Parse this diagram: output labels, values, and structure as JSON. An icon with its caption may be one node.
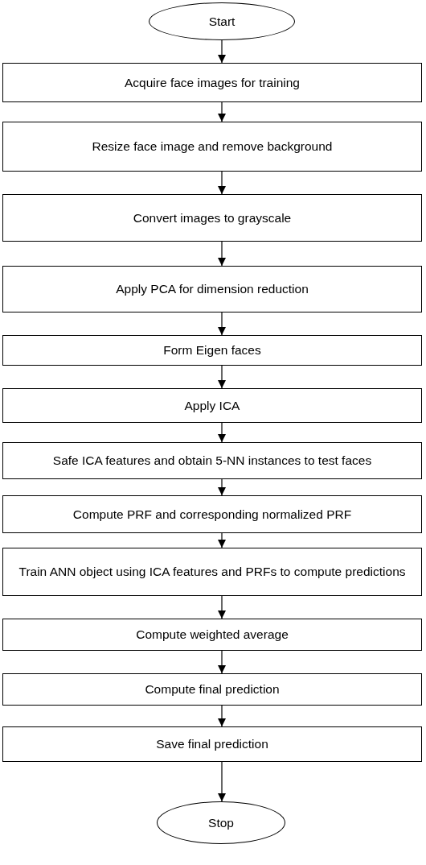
{
  "diagram": {
    "nodes": [
      {
        "text": [
          "Start"
        ]
      },
      {
        "text": [
          "Acquire face images for training"
        ]
      },
      {
        "text": [
          "Resize face image and remove background"
        ]
      },
      {
        "text": [
          "Convert images to grayscale"
        ]
      },
      {
        "text": [
          "Apply PCA for dimension reduction"
        ]
      },
      {
        "text": [
          "Form Eigen faces"
        ]
      },
      {
        "text": [
          "Apply ICA"
        ]
      },
      {
        "text": [
          "Safe ICA features and obtain 5-NN instances to test faces"
        ]
      },
      {
        "text": [
          "Compute PRF and corresponding normalized PRF"
        ]
      },
      {
        "text": [
          "Train ANN object using ICA features and PRFs to compute predictions"
        ]
      },
      {
        "text": [
          "Compute weighted average"
        ]
      },
      {
        "text": [
          "Compute final prediction"
        ]
      },
      {
        "text": [
          "Save final prediction"
        ]
      },
      {
        "text": [
          "Stop"
        ]
      }
    ],
    "edges": [
      {
        "from": 0,
        "to": 1,
        "arrow": "to"
      },
      {
        "from": 1,
        "to": 2,
        "arrow": "to"
      },
      {
        "from": 2,
        "to": 3,
        "arrow": "to"
      },
      {
        "from": 3,
        "to": 4,
        "arrow": "to"
      },
      {
        "from": 4,
        "to": 5,
        "arrow": "to"
      },
      {
        "from": 5,
        "to": 6,
        "arrow": "to"
      },
      {
        "from": 6,
        "to": 7,
        "arrow": "to"
      },
      {
        "from": 7,
        "to": 8,
        "arrow": "to"
      },
      {
        "from": 8,
        "to": 9,
        "arrow": "to"
      },
      {
        "from": 9,
        "to": 10,
        "arrow": "to"
      },
      {
        "from": 10,
        "to": 11,
        "arrow": "to"
      },
      {
        "from": 11,
        "to": 12,
        "arrow": "to"
      },
      {
        "from": 12,
        "to": 13,
        "arrow": "to"
      }
    ]
  }
}
